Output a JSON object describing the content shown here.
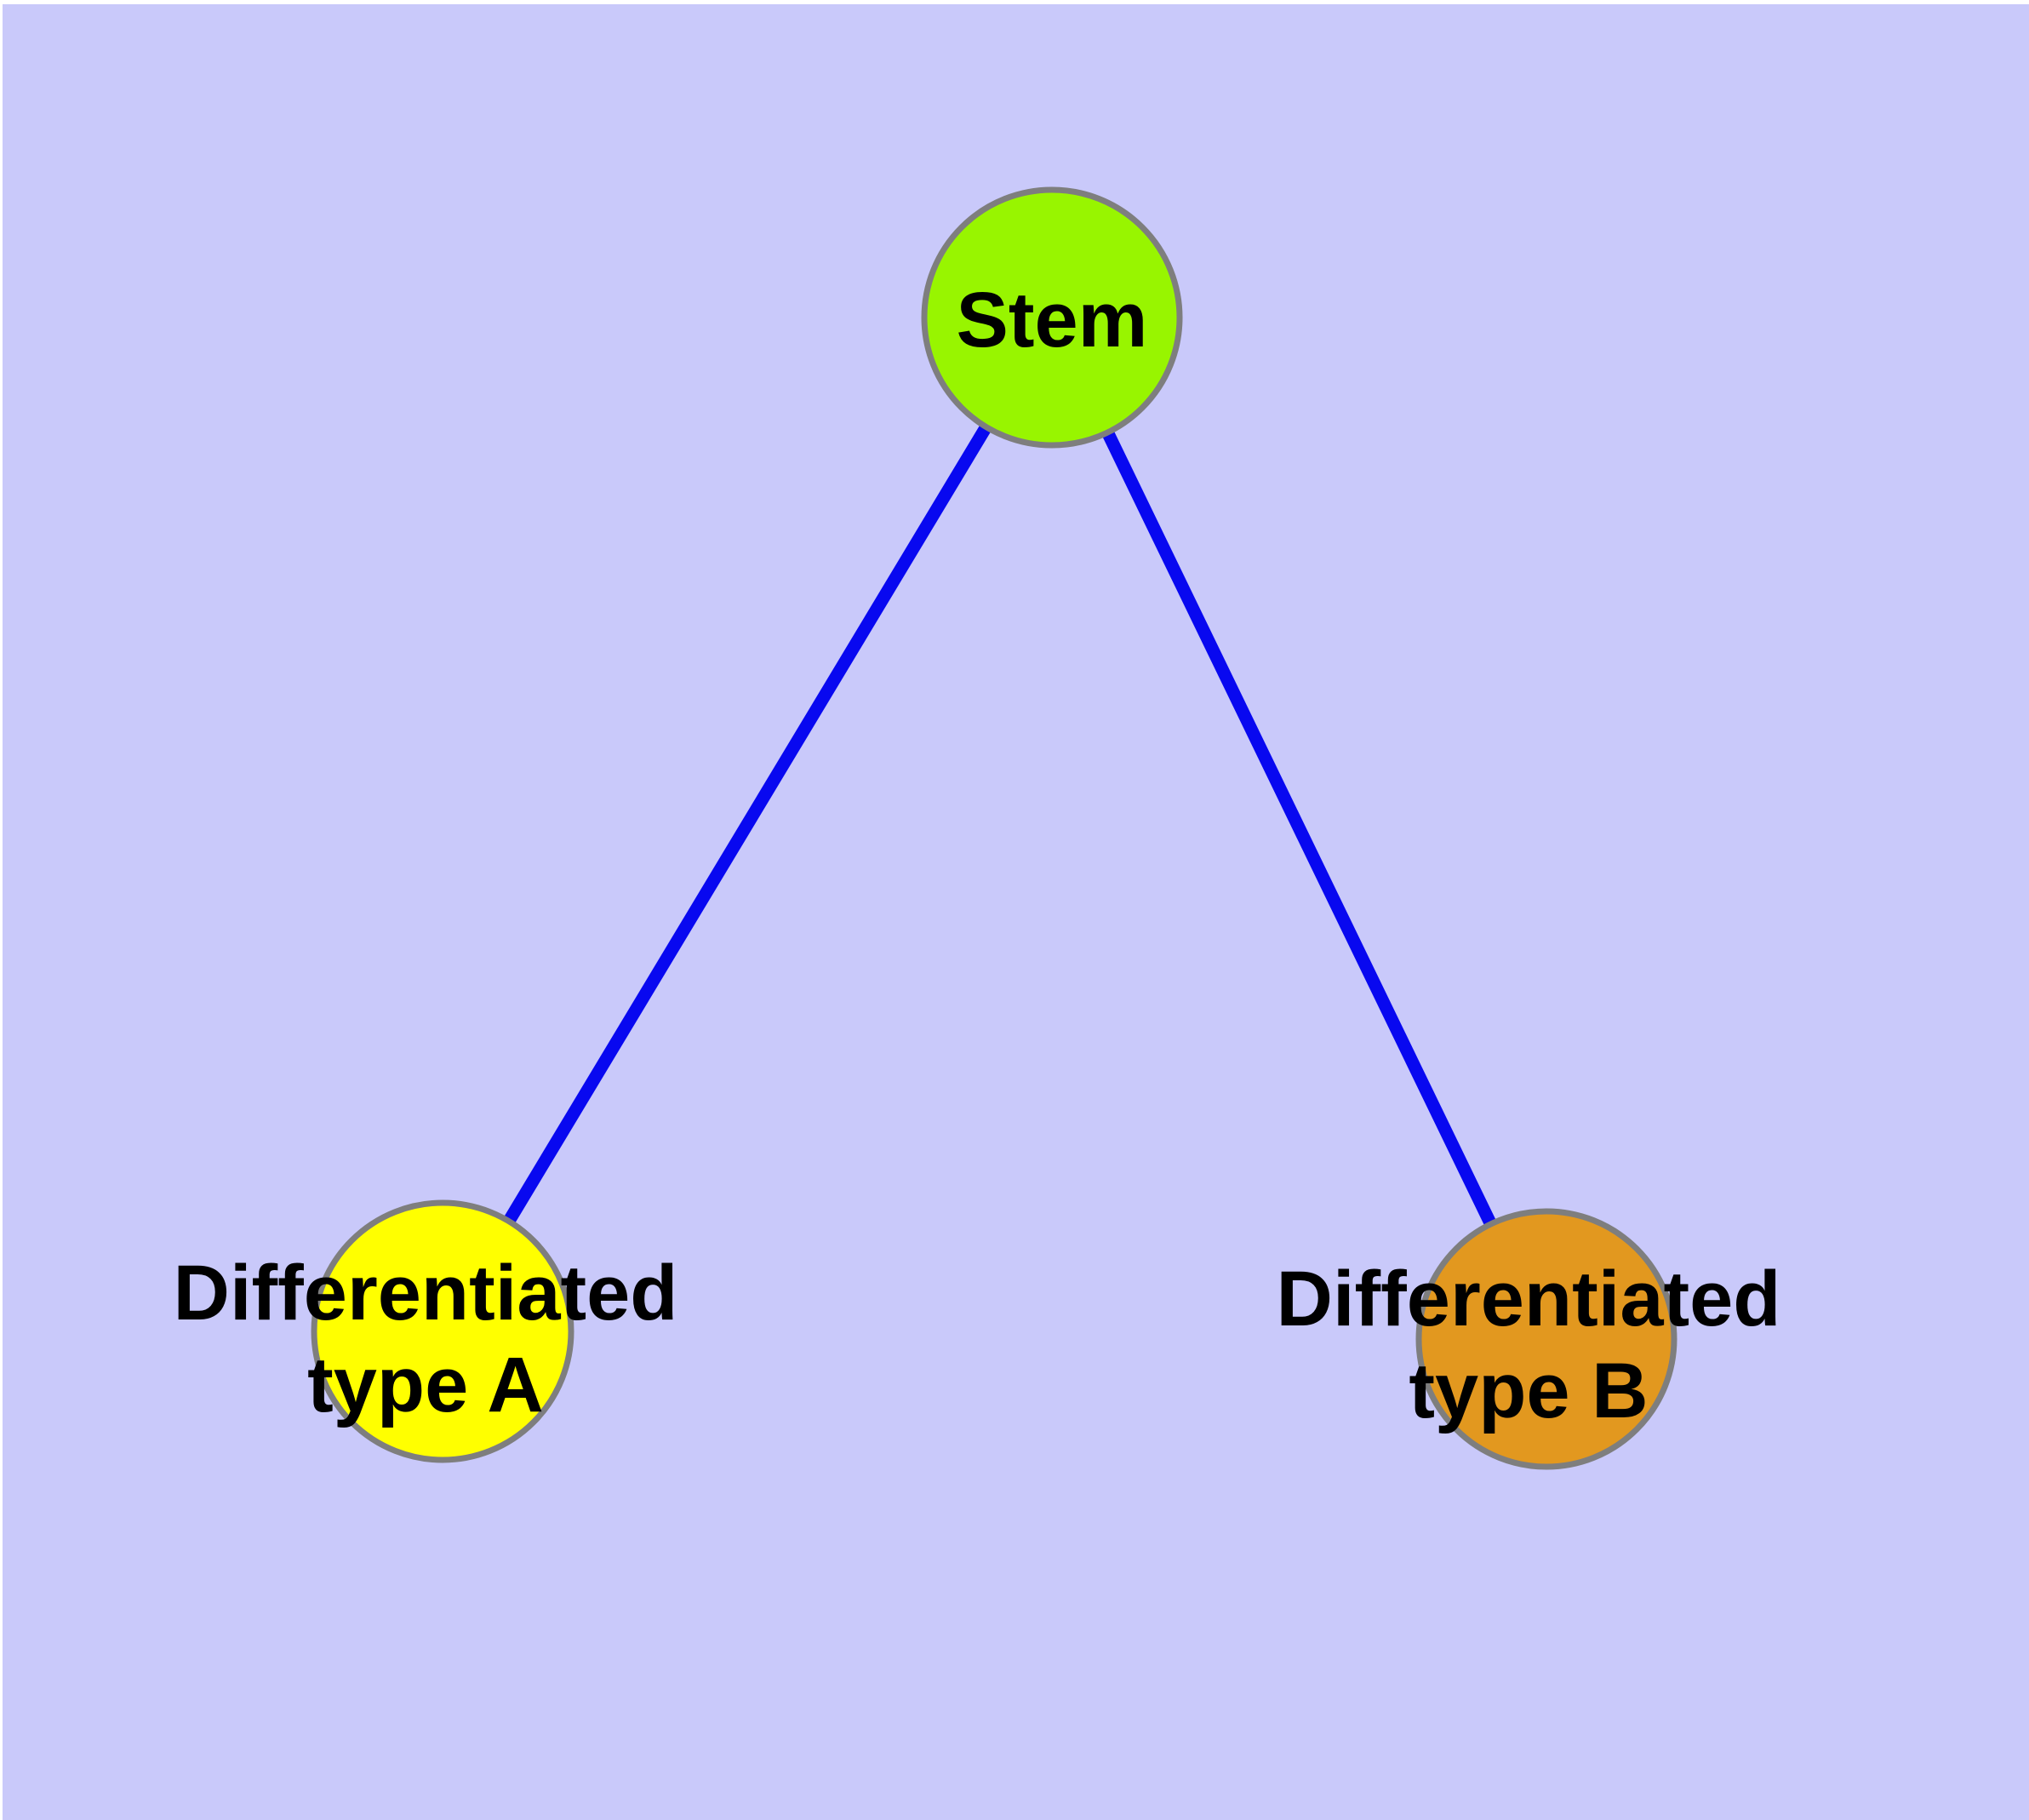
{
  "canvas": {
    "background_color": "#C9C9FA",
    "frame_color": "#FFFFFF"
  },
  "graph": {
    "edge_color": "#0808F0",
    "node_border_color": "#7E7E7E",
    "nodes": {
      "stem": {
        "label": "Stem",
        "fill": "#98F500"
      },
      "type_a": {
        "label_line1": "Differentiated",
        "label_line2": "type A",
        "fill": "#FFFF00"
      },
      "type_b": {
        "label_line1": "Differentiated",
        "label_line2": "type B",
        "fill": "#E2981F"
      }
    },
    "edges": [
      {
        "from": "stem",
        "to": "type_a"
      },
      {
        "from": "stem",
        "to": "type_b"
      }
    ]
  }
}
